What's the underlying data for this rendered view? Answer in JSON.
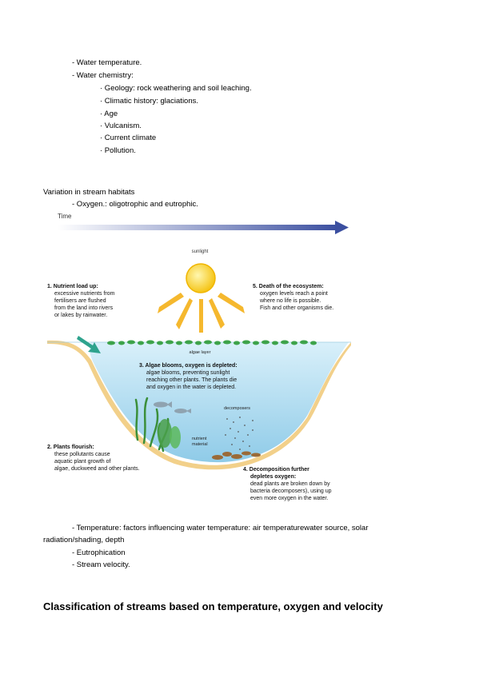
{
  "list_top": {
    "water_temperature": "- Water temperature.",
    "water_chemistry": "- Water chemistry:",
    "chemistry_items": [
      "· Geology: rock weathering and soil leaching.",
      "· Climatic history: glaciations.",
      "· Age",
      "· Vulcanism.",
      "· Current climate",
      "· Pollution."
    ]
  },
  "variation": {
    "title": "Variation in stream habitats",
    "oxygen": "- Oxygen.: oligotrophic and eutrophic."
  },
  "figure": {
    "time_label": "Time",
    "sunlight": "sunlight",
    "step1_title": "1. Nutrient load up:",
    "step1_lines": [
      "excessive nutrients from",
      "fertilisers are flushed",
      "from the land into rivers",
      "or lakes by rainwater."
    ],
    "step5_title": "5. Death of the ecosystem:",
    "step5_lines": [
      "oxygen levels reach a point",
      "where no life is possible.",
      "Fish and other organisms die."
    ],
    "algae_layer": "algae layer",
    "step3_title": "3. Algae blooms, oxygen is depleted:",
    "step3_lines": [
      "algae blooms, preventing sunlight",
      "reaching other plants. The plants die",
      "and oxygen in the water is depleted."
    ],
    "decomposers": "decomposers",
    "nutrient_material_1": "nutrient",
    "nutrient_material_2": "material",
    "step2_title": "2. Plants flourish:",
    "step2_lines": [
      "these pollutants cause",
      "aquatic plant growth of",
      "algae, duckweed and other plants."
    ],
    "step4_title_1": "4. Decomposition further",
    "step4_title_2": "depletes oxygen:",
    "step4_lines": [
      "dead plants are broken down by",
      "bacteria decomposers), using up",
      "even more oxygen in the water."
    ]
  },
  "list_bottom": {
    "temperature_1": "- Temperature: factors influencing water temperature: air temperaturewater source, solar",
    "temperature_2": "radiation/shading, depth",
    "eutrophication": "- Eutrophication",
    "velocity": "- Stream velocity."
  },
  "section_heading": "Classification of streams based on temperature, oxygen and velocity",
  "colors": {
    "water": "#a9d8ef",
    "sediment": "#f2d08a",
    "arrow": "#3b4fa0",
    "sun": "#f5c518"
  }
}
